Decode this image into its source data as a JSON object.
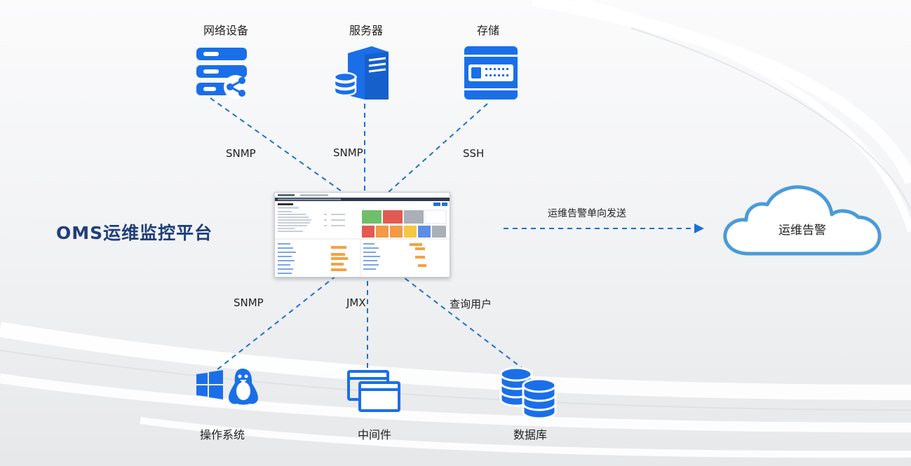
{
  "center": {
    "title": "OMS运维监控平台"
  },
  "sources_top": [
    {
      "label": "网络设备",
      "protocol": "SNMP",
      "icon": "network-device-icon"
    },
    {
      "label": "服务器",
      "protocol": "SNMP",
      "icon": "server-icon"
    },
    {
      "label": "存储",
      "protocol": "SSH",
      "icon": "storage-icon"
    }
  ],
  "sources_bottom": [
    {
      "label": "操作系统",
      "protocol": "SNMP",
      "icon": "windows-linux-icon"
    },
    {
      "label": "中间件",
      "protocol": "JMX",
      "icon": "middleware-window-icon"
    },
    {
      "label": "数据库",
      "protocol": "查询用户",
      "icon": "database-icon"
    }
  ],
  "alert": {
    "arrow_label": "运维告警单向发送",
    "cloud_label": "运维告警",
    "icon": "cloud-icon"
  },
  "colors": {
    "icon_blue": "#1a6fe8",
    "line_blue": "#1e6fd0",
    "cloud_stroke": "#4a9bd8"
  }
}
